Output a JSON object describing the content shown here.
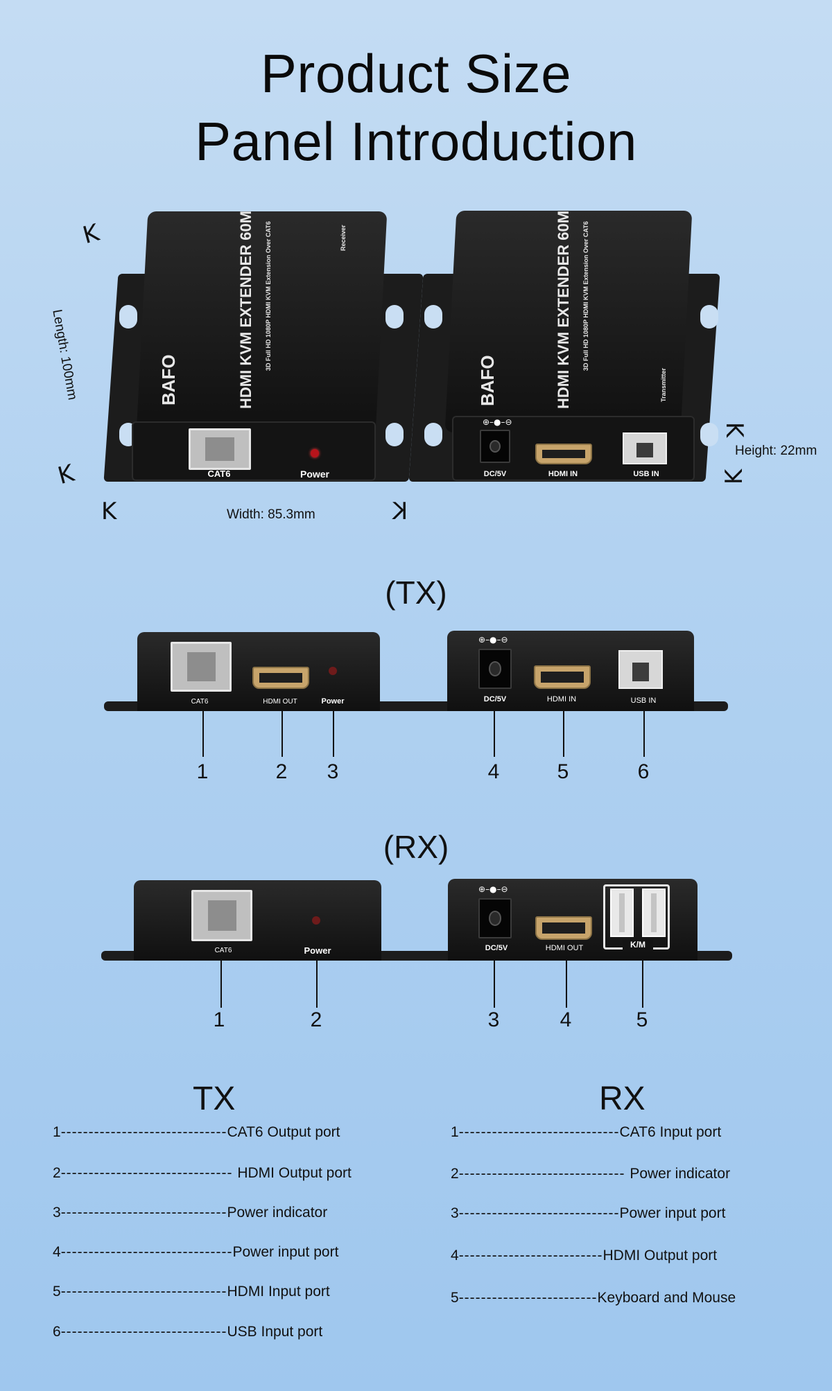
{
  "title": {
    "line1": "Product Size",
    "line2": "Panel Introduction"
  },
  "device_top": {
    "model_text": "HDMI KVM EXTENDER 60M",
    "sub_text": "3D Full HD 1080P HDMI KVM Extension Over CAT6",
    "brand": "BAFO",
    "receiver_label": "Receiver",
    "transmitter_label": "Transmitter",
    "ports_left": {
      "cat6": "CAT6",
      "power": "Power"
    },
    "ports_right": {
      "dc": "DC/5V",
      "hdmi": "HDMI IN",
      "usb": "USB IN"
    }
  },
  "dimensions": {
    "length": "Length: 100mm",
    "width": "Width: 85.3mm",
    "height": "Height: 22mm"
  },
  "tx_section": {
    "heading": "(TX)",
    "left_labels": {
      "cat6": "CAT6",
      "hdmi": "HDMI OUT",
      "power": "Power"
    },
    "right_labels": {
      "dc": "DC/5V",
      "hdmi": "HDMI IN",
      "usb": "USB IN"
    },
    "numbers": [
      "1",
      "2",
      "3",
      "4",
      "5",
      "6"
    ]
  },
  "rx_section": {
    "heading": "(RX)",
    "left_labels": {
      "cat6": "CAT6",
      "power": "Power"
    },
    "right_labels": {
      "dc": "DC/5V",
      "hdmi": "HDMI OUT",
      "km": "K/M"
    },
    "numbers": [
      "1",
      "2",
      "3",
      "4",
      "5"
    ]
  },
  "legend": {
    "tx": {
      "heading": "TX",
      "items": [
        {
          "n": "1",
          "dashes": "------------------------------",
          "label": "CAT6 Output port"
        },
        {
          "n": "2",
          "dashes": "------------------------------- ",
          "label": "HDMI Output port"
        },
        {
          "n": "3",
          "dashes": "------------------------------",
          "label": "Power indicator"
        },
        {
          "n": "4",
          "dashes": "-------------------------------",
          "label": "Power input port"
        },
        {
          "n": "5",
          "dashes": "------------------------------",
          "label": "HDMI Input port"
        },
        {
          "n": "6",
          "dashes": "------------------------------",
          "label": "USB Input port"
        }
      ]
    },
    "rx": {
      "heading": "RX",
      "items": [
        {
          "n": "1",
          "dashes": "-----------------------------",
          "label": "CAT6 Input port"
        },
        {
          "n": "2",
          "dashes": "------------------------------ ",
          "label": "Power indicator"
        },
        {
          "n": "3",
          "dashes": "-----------------------------",
          "label": "Power input port"
        },
        {
          "n": "4",
          "dashes": "--------------------------",
          "label": "HDMI Output port"
        },
        {
          "n": "5",
          "dashes": "-------------------------",
          "label": "Keyboard and Mouse"
        }
      ]
    }
  }
}
